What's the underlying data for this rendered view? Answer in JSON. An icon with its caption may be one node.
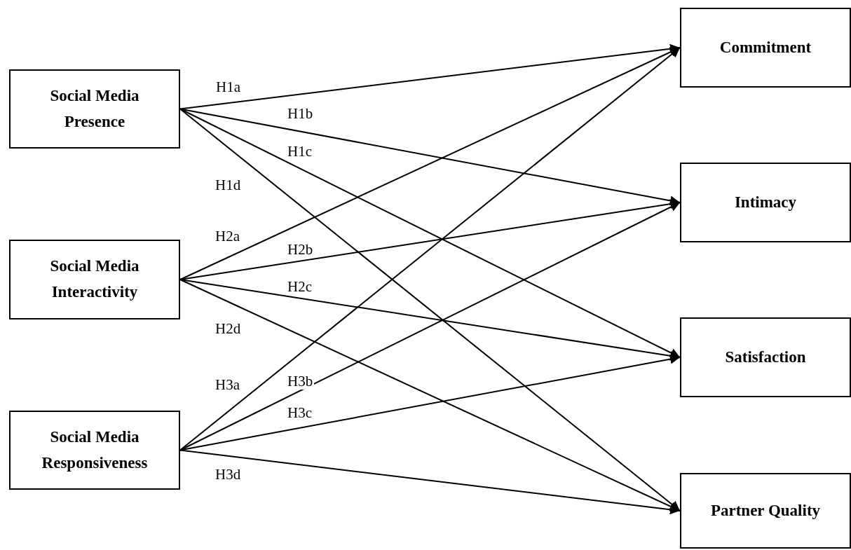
{
  "diagram": {
    "nodes": [
      {
        "text": [
          "Social Media Presence"
        ]
      },
      {
        "text": [
          "Social Media Interactivity"
        ]
      },
      {
        "text": [
          "Social Media Responsiveness"
        ]
      },
      {
        "text": [
          "Commitment"
        ]
      },
      {
        "text": [
          "Intimacy"
        ]
      },
      {
        "text": [
          "Satisfaction"
        ]
      },
      {
        "text": [
          "Partner Quality"
        ]
      }
    ],
    "edges": [
      {
        "from": 0,
        "to": 3,
        "arrow": "to",
        "label": "H1a"
      },
      {
        "from": 0,
        "to": 4,
        "arrow": "to",
        "label": "H1b"
      },
      {
        "from": 0,
        "to": 5,
        "arrow": "to",
        "label": "H1c"
      },
      {
        "from": 0,
        "to": 6,
        "arrow": "to",
        "label": "H1d"
      },
      {
        "from": 1,
        "to": 3,
        "arrow": "to",
        "label": "H2a"
      },
      {
        "from": 1,
        "to": 4,
        "arrow": "to",
        "label": "H2b"
      },
      {
        "from": 1,
        "to": 5,
        "arrow": "to",
        "label": "H2c"
      },
      {
        "from": 1,
        "to": 6,
        "arrow": "to",
        "label": "H2d"
      },
      {
        "from": 2,
        "to": 3,
        "arrow": "to",
        "label": "H3a"
      },
      {
        "from": 2,
        "to": 4,
        "arrow": "to",
        "label": "H3b"
      },
      {
        "from": 2,
        "to": 5,
        "arrow": "to",
        "label": "H3c"
      },
      {
        "from": 2,
        "to": 6,
        "arrow": "to",
        "label": "H3d"
      }
    ]
  }
}
